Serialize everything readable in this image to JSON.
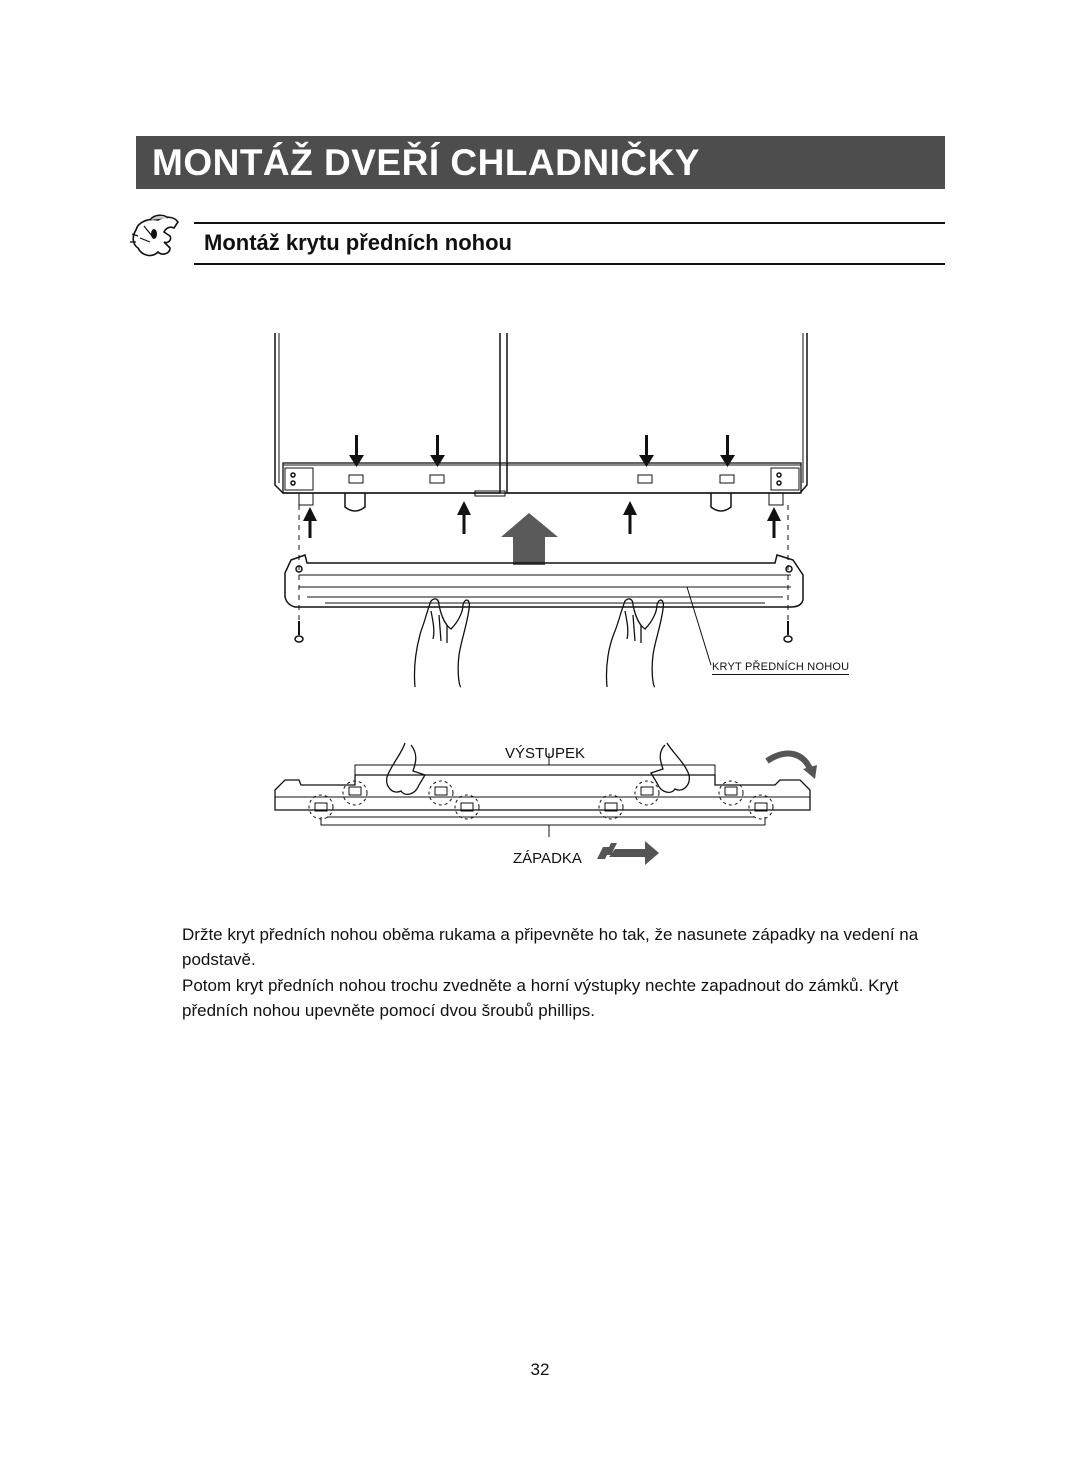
{
  "header": {
    "title": "MONTÁŽ DVEŘÍ CHLADNIČKY",
    "bar_color": "#4d4d4d"
  },
  "section": {
    "subtitle": "Montáž krytu předních nohou",
    "icon": "pointing-hand-mascot-icon"
  },
  "figure": {
    "label_cover": "KRYT PŘEDNÍCH NOHOU",
    "label_ledge": "VÝSTUPEK",
    "label_latch": "ZÁPADKA"
  },
  "body": {
    "paragraph_1": "Držte kryt předních nohou oběma rukama a připevněte ho tak, že nasunete západky na vedení na podstavě.",
    "paragraph_2": "Potom kryt předních nohou trochu zvedněte a horní výstupky nechte zapadnout do zámků. Kryt předních nohou upevněte pomocí dvou šroubů phillips."
  },
  "footer": {
    "page_number": "32"
  }
}
